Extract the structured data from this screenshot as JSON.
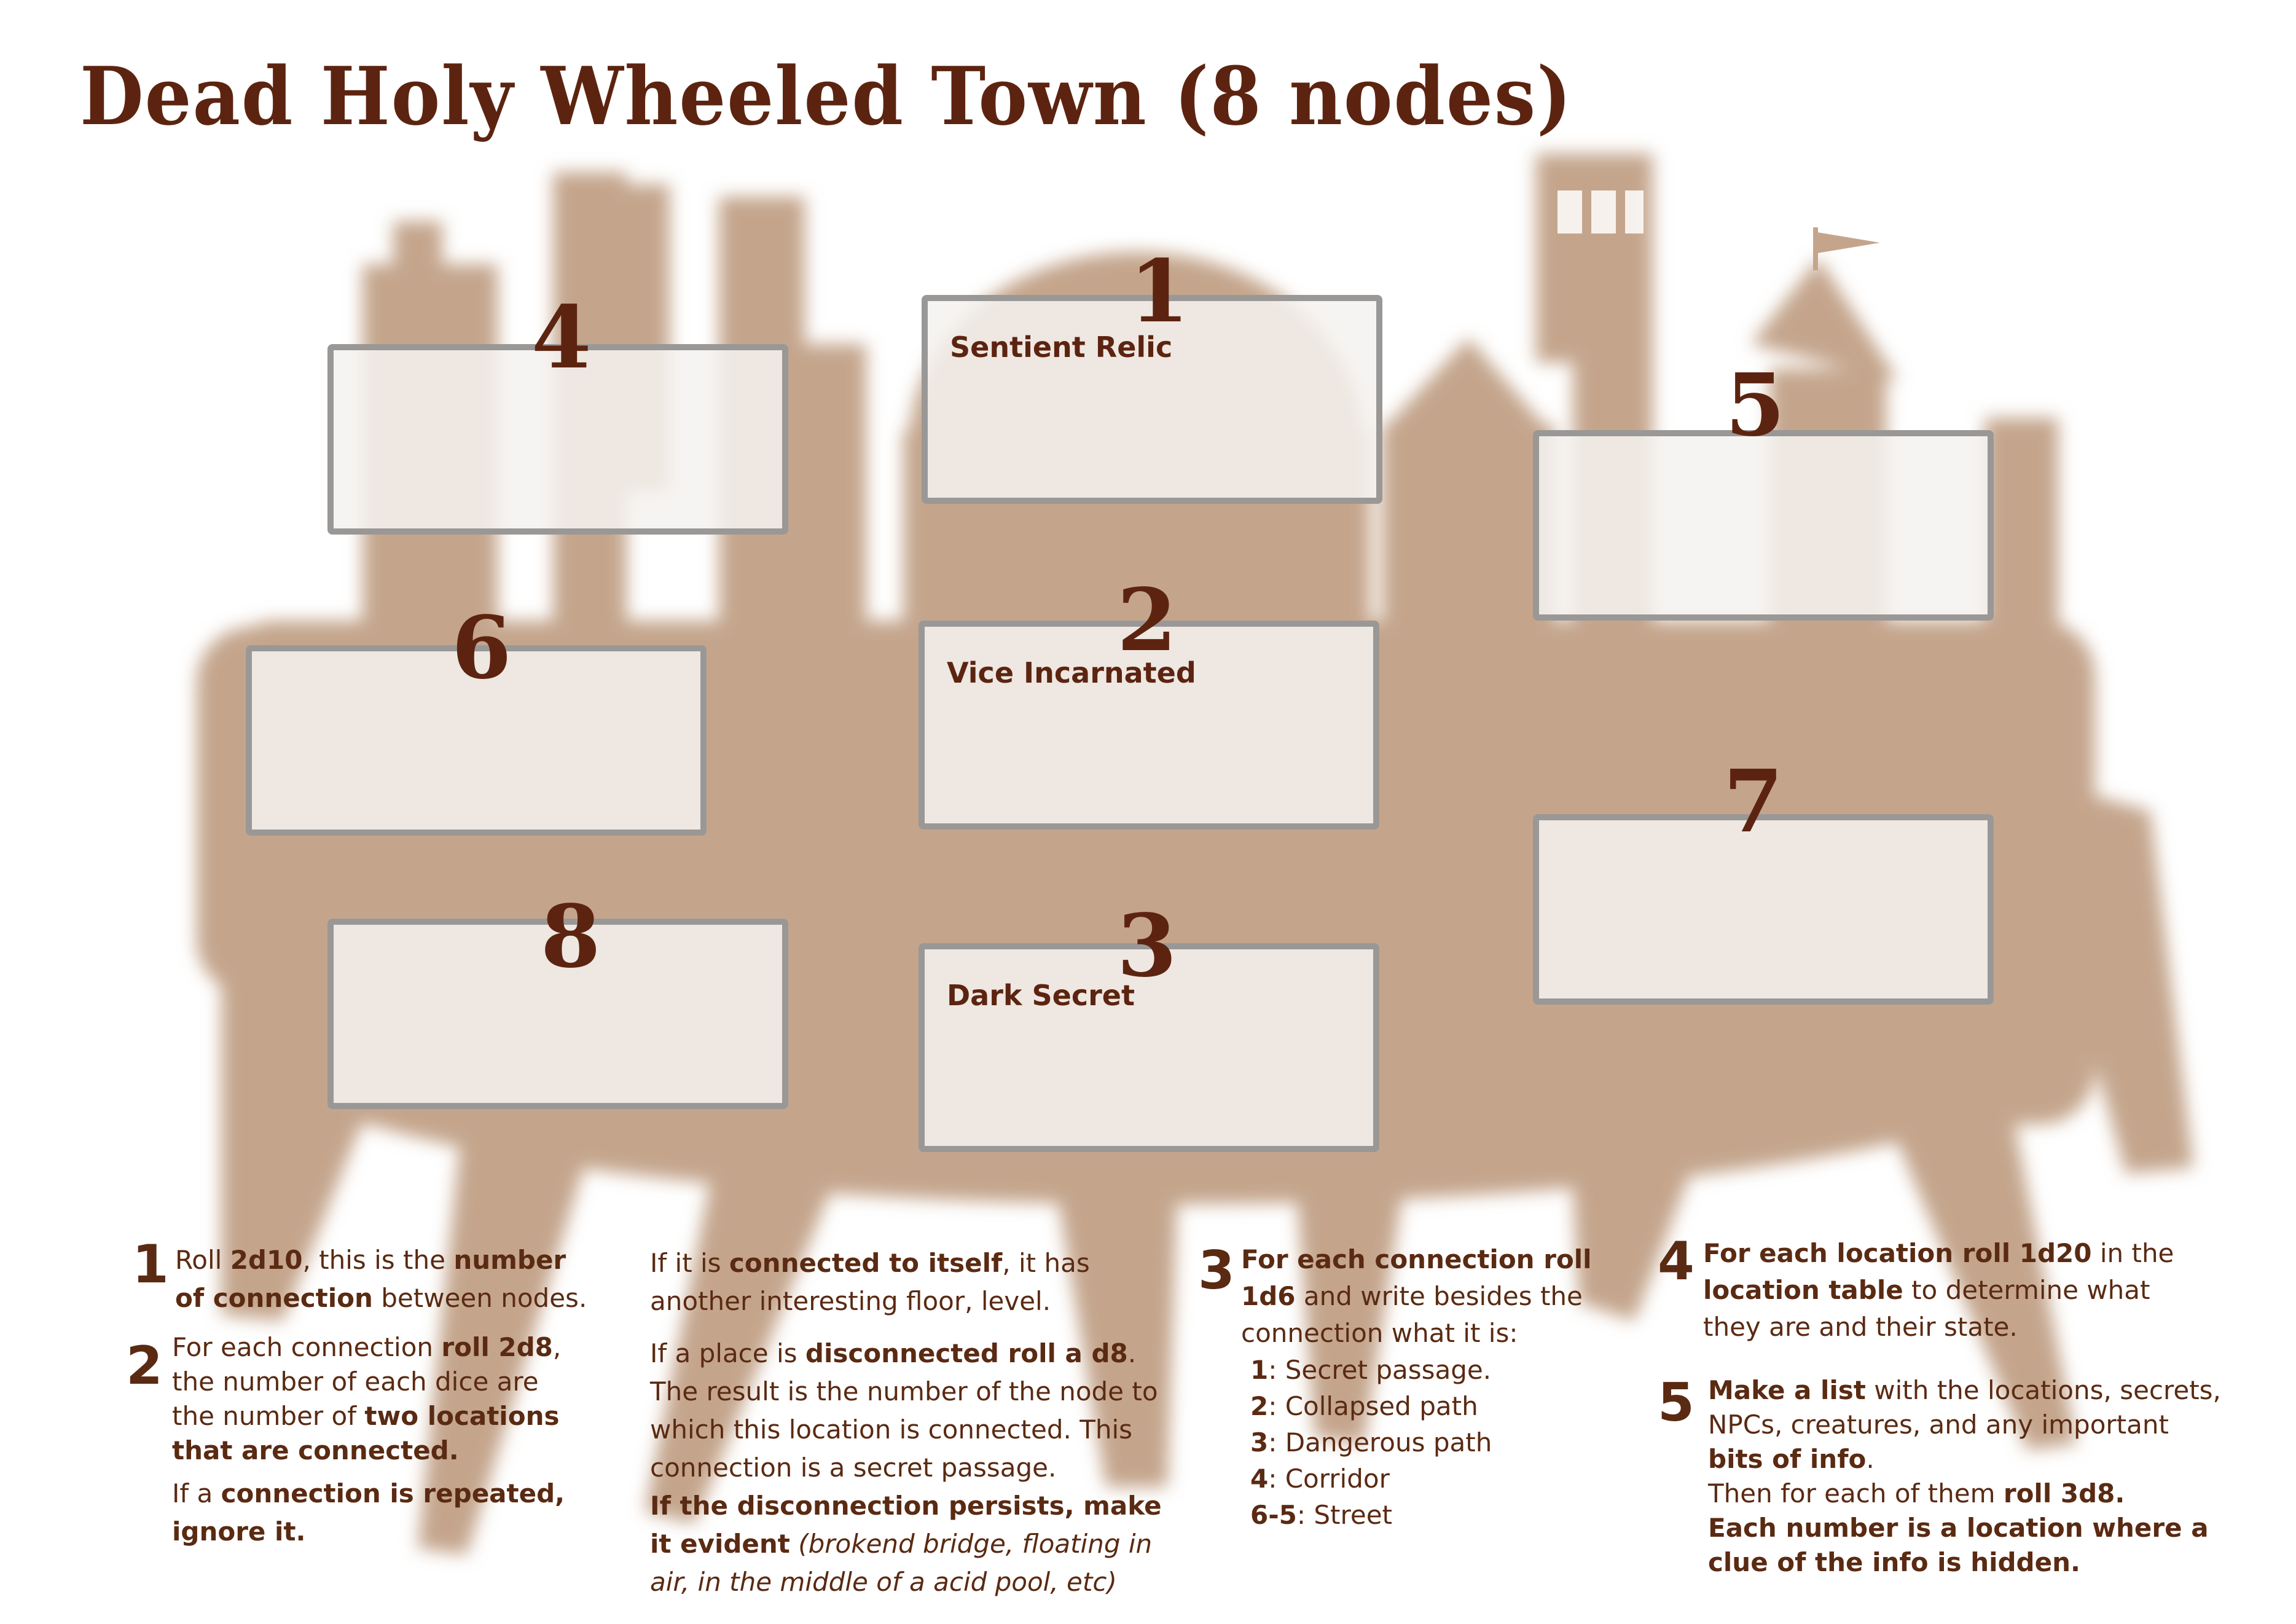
{
  "title": "Dead Holy Wheeled Town (8 nodes)",
  "nodes": [
    {
      "number": "1",
      "label": "Sentient Relic"
    },
    {
      "number": "2",
      "label": "Vice Incarnated"
    },
    {
      "number": "3",
      "label": "Dark Secret"
    },
    {
      "number": "4",
      "label": ""
    },
    {
      "number": "5",
      "label": ""
    },
    {
      "number": "6",
      "label": ""
    },
    {
      "number": "7",
      "label": ""
    },
    {
      "number": "8",
      "label": ""
    }
  ],
  "steps": {
    "s1": {
      "num": "1",
      "a": "Roll ",
      "b": "2d10",
      "c": ", this is the ",
      "d": "number",
      "e": "of connection",
      "f": " between nodes."
    },
    "s2": {
      "num": "2",
      "a": "For each connection ",
      "b": "roll 2d8",
      "c": ",",
      "d": "the number of each dice are",
      "e": "the number of ",
      "f": "two locations",
      "g": "that are connected.",
      "h": "If a ",
      "i": "connection is repeated,",
      "j": "ignore it."
    },
    "mid": {
      "a": "If it is ",
      "b": "connected to itself",
      "c": ", it has",
      "d": "another interesting floor, level.",
      "e": "If a place is ",
      "f": "disconnected roll a d8",
      "g": ".",
      "h": "The result is the number of the node to",
      "i": "which this location is connected. This",
      "j": "connection is a secret passage.",
      "k": "If the disconnection persists, make",
      "l": "it evident",
      "m": " (brokend bridge, floating in",
      "n": "air, in the middle of a acid pool, etc)"
    },
    "s3": {
      "num": "3",
      "a": "For each connection roll",
      "b": "1d6",
      "c": " and write besides the",
      "d": "connection what it is:",
      "items": [
        {
          "k": "1",
          "v": ": Secret passage."
        },
        {
          "k": "2",
          "v": ": Collapsed path"
        },
        {
          "k": "3",
          "v": ": Dangerous path"
        },
        {
          "k": "4",
          "v": ": Corridor"
        },
        {
          "k": "6-5",
          "v": ": Street"
        }
      ]
    },
    "s4": {
      "num": "4",
      "a": "For each location roll 1d20",
      "b": " in the",
      "c": "location table",
      "d": " to determine what",
      "e": "they are and their state."
    },
    "s5": {
      "num": "5",
      "a": "Make a list",
      "b": " with the locations, secrets,",
      "c": "NPCs, creatures, and any important",
      "d": "bits of info",
      "e": ".",
      "f": "Then for each of them ",
      "g": "roll 3d8.",
      "h": "Each number is a location where a",
      "i": "clue of the info is hidden."
    }
  },
  "colors": {
    "silhouette": "#c4a58c",
    "text": "#5a2a12",
    "title": "#5c2410",
    "box_border": "#9a9896"
  }
}
